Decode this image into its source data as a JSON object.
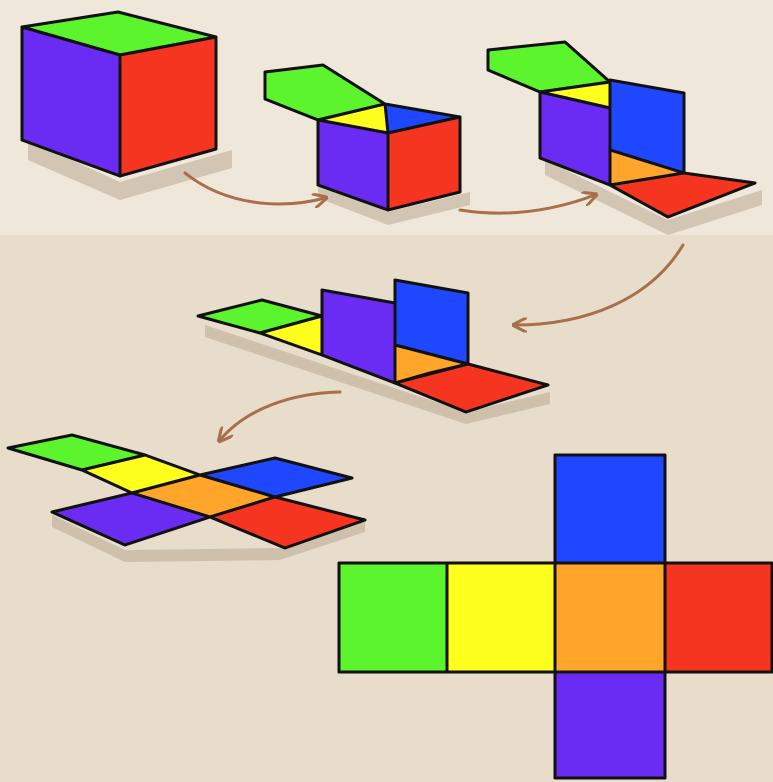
{
  "colors": {
    "background": "#e8dccb",
    "background_light": "#efe7da",
    "green": "#5cf42c",
    "yellow": "#ffff1e",
    "orange": "#ffa52a",
    "red": "#f53520",
    "blue": "#1f47ff",
    "purple": "#6a2cf2",
    "outline": "#111111",
    "arrow": "#a86f4b"
  },
  "steps": [
    "closed-cube",
    "lid-opening",
    "side-unfolding",
    "flattening",
    "cross-net-perspective",
    "cross-net-flat"
  ],
  "net_layout": {
    "top_row": [
      "blue"
    ],
    "middle_row": [
      "green",
      "yellow",
      "orange",
      "red"
    ],
    "bottom_row": [
      "purple"
    ]
  }
}
